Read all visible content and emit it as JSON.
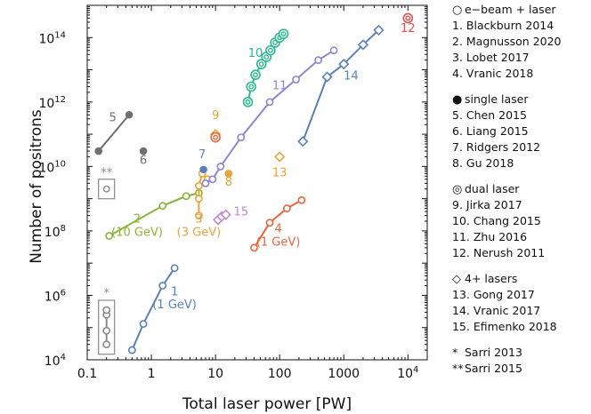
{
  "chart_data": {
    "type": "scatter",
    "xlabel": "Total laser power [PW]",
    "ylabel": "Number of positrons",
    "xscale": "log",
    "yscale": "log",
    "xlim": [
      0.1,
      20000
    ],
    "ylim": [
      10000,
      1000000000000000.0
    ],
    "x_ticks": [
      {
        "v": 0.1,
        "label": "0.1"
      },
      {
        "v": 1,
        "label": "1"
      },
      {
        "v": 10,
        "label": "10"
      },
      {
        "v": 100,
        "label": "100"
      },
      {
        "v": 1000,
        "label": "1000"
      },
      {
        "v": 10000,
        "label": "10",
        "sup": "4"
      }
    ],
    "y_ticks": [
      {
        "v": 10000,
        "label": "10",
        "sup": "4"
      },
      {
        "v": 1000000,
        "label": "10",
        "sup": "6"
      },
      {
        "v": 100000000,
        "label": "10",
        "sup": "8"
      },
      {
        "v": 10000000000,
        "label": "10",
        "sup": "10"
      },
      {
        "v": 1000000000000,
        "label": "10",
        "sup": "12"
      },
      {
        "v": 100000000000000,
        "label": "10",
        "sup": "14"
      }
    ],
    "series": [
      {
        "id": "1",
        "marker": "circle",
        "color": "#5b80b8",
        "x": [
          0.5,
          0.75,
          1.5,
          2.3
        ],
        "y": [
          20000,
          130000,
          2000000,
          7000000
        ],
        "labels": [
          {
            "text": "1",
            "x": 2.3,
            "y": 1000000
          },
          {
            "text": "(1 GeV)",
            "x": 2.3,
            "y": 400000
          }
        ]
      },
      {
        "id": "2",
        "marker": "circle",
        "color": "#8ab33a",
        "x": [
          0.22,
          1.5,
          3.5,
          5.5
        ],
        "y": [
          70000000,
          600000000,
          1200000000,
          1500000000
        ],
        "labels": [
          {
            "text": "2",
            "x": 0.6,
            "y": 180000000
          },
          {
            "text": "(10 GeV)",
            "x": 0.6,
            "y": 70000000
          }
        ]
      },
      {
        "id": "3",
        "marker": "circle",
        "color": "#e8a33a",
        "x": [
          5.5,
          5.5,
          5.5,
          6.2,
          7.5
        ],
        "y": [
          300000000,
          1000000000,
          2500000000,
          6000000000,
          4000000000
        ],
        "labels": [
          {
            "text": "3",
            "x": 5.5,
            "y": 180000000
          },
          {
            "text": "(3 GeV)",
            "x": 5.5,
            "y": 70000000
          }
        ]
      },
      {
        "id": "4",
        "marker": "circle",
        "color": "#e8643c",
        "x": [
          40,
          70,
          130,
          220
        ],
        "y": [
          30000000,
          180000000,
          500000000,
          900000000
        ],
        "labels": [
          {
            "text": "4",
            "x": 95,
            "y": 90000000
          },
          {
            "text": "(1 GeV)",
            "x": 95,
            "y": 35000000
          }
        ]
      },
      {
        "id": "5",
        "marker": "dot",
        "color": "#707070",
        "x": [
          0.15,
          0.45
        ],
        "y": [
          30000000000,
          400000000000
        ],
        "labels": [
          {
            "text": "5",
            "x": 0.25,
            "y": 250000000000
          }
        ]
      },
      {
        "id": "6",
        "marker": "dot",
        "color": "#707070",
        "x": [
          0.75
        ],
        "y": [
          30000000000
        ],
        "labels": [
          {
            "text": "6",
            "x": 0.75,
            "y": 12000000000
          }
        ]
      },
      {
        "id": "7",
        "marker": "dot",
        "color": "#5b80b8",
        "x": [
          6.5
        ],
        "y": [
          8000000000
        ],
        "labels": [
          {
            "text": "7",
            "x": 6.2,
            "y": 18000000000
          }
        ]
      },
      {
        "id": "8",
        "marker": "dot",
        "color": "#e8a33a",
        "x": [
          16
        ],
        "y": [
          6000000000
        ],
        "labels": [
          {
            "text": "8",
            "x": 16,
            "y": 2500000000
          }
        ]
      },
      {
        "id": "9",
        "marker": "diamond",
        "color": "#e8a33a",
        "x": [
          10
        ],
        "y": [
          100000000000
        ],
        "labels": [
          {
            "text": "9",
            "x": 10,
            "y": 300000000000
          }
        ]
      },
      {
        "id": "9b",
        "marker": "bullseye",
        "color": "#e8643c",
        "x": [
          10
        ],
        "y": [
          80000000000
        ],
        "labels": []
      },
      {
        "id": "10",
        "marker": "bullseye",
        "color": "#2ab890",
        "x": [
          32,
          36,
          42,
          52,
          62,
          72,
          85,
          100,
          115
        ],
        "y": [
          1000000000000,
          3000000000000,
          7000000000000,
          15000000000000,
          25000000000000,
          40000000000000,
          70000000000000,
          100000000000000,
          130000000000000
        ],
        "labels": [
          {
            "text": "10",
            "x": 42,
            "y": 25000000000000
          }
        ]
      },
      {
        "id": "11",
        "marker": "circle",
        "color": "#8f84d0",
        "x": [
          7,
          9,
          12,
          25,
          70,
          180,
          400,
          700
        ],
        "y": [
          3000000000,
          4000000000,
          10000000000,
          80000000000,
          1000000000000,
          5000000000000,
          20000000000000,
          40000000000000
        ],
        "labels": [
          {
            "text": "11",
            "x": 100,
            "y": 2500000000000
          }
        ]
      },
      {
        "id": "12",
        "marker": "bullseye",
        "color": "#e05050",
        "x": [
          10000
        ],
        "y": [
          400000000000000
        ],
        "labels": [
          {
            "text": "12",
            "x": 10000,
            "y": 150000000000000
          }
        ]
      },
      {
        "id": "13",
        "marker": "diamond",
        "color": "#e8a33a",
        "x": [
          100
        ],
        "y": [
          20000000000
        ],
        "labels": [
          {
            "text": "13",
            "x": 100,
            "y": 5000000000
          }
        ]
      },
      {
        "id": "14",
        "marker": "diamond",
        "color": "#5b80b8",
        "x": [
          230,
          550,
          1000,
          2000,
          3500
        ],
        "y": [
          60000000000,
          6000000000000,
          15000000000000,
          60000000000000,
          170000000000000
        ],
        "labels": [
          {
            "text": "14",
            "x": 1300,
            "y": 5000000000000
          }
        ]
      },
      {
        "id": "15",
        "marker": "diamond",
        "color": "#c08ad0",
        "x": [
          11,
          12.5,
          14.5
        ],
        "y": [
          220000000,
          280000000,
          320000000
        ],
        "labels": [
          {
            "text": "15",
            "x": 25,
            "y": 300000000
          }
        ]
      },
      {
        "id": "S13",
        "marker": "sarri13",
        "color": "#8a8a8a",
        "x": [
          0.2,
          0.2,
          0.2,
          0.2
        ],
        "y": [
          30000,
          80000,
          250000,
          350000
        ],
        "labels": [
          {
            "text": "*",
            "x": 0.2,
            "y": 900000
          }
        ]
      },
      {
        "id": "S15",
        "marker": "sarri15",
        "color": "#8a8a8a",
        "x": [
          0.2
        ],
        "y": [
          2000000000
        ],
        "labels": [
          {
            "text": "**",
            "x": 0.2,
            "y": 5000000000
          }
        ]
      }
    ]
  },
  "legend": {
    "groups": [
      {
        "marker": "circle",
        "title": "e−beam + laser",
        "items": [
          "1. Blackburn 2014",
          "2. Magnusson 2020",
          "3. Lobet 2017",
          "4. Vranic 2018"
        ]
      },
      {
        "marker": "dot",
        "title": "single laser",
        "items": [
          "5. Chen 2015",
          "6. Liang 2015",
          "7. Ridgers 2012",
          "8. Gu 2018"
        ]
      },
      {
        "marker": "bullseye",
        "title": "dual laser",
        "items": [
          "9. Jirka 2017",
          "10. Chang 2015",
          "11. Zhu 2016",
          "12. Nerush 2011"
        ]
      },
      {
        "marker": "diamond",
        "title": "4+ lasers",
        "items": [
          "13. Gong 2017",
          "14. Vranic 2017",
          "15. Efimenko 2018"
        ]
      }
    ],
    "notes": [
      {
        "symbol": "*",
        "text": "Sarri 2013"
      },
      {
        "symbol": "**",
        "text": "Sarri 2015"
      }
    ]
  }
}
